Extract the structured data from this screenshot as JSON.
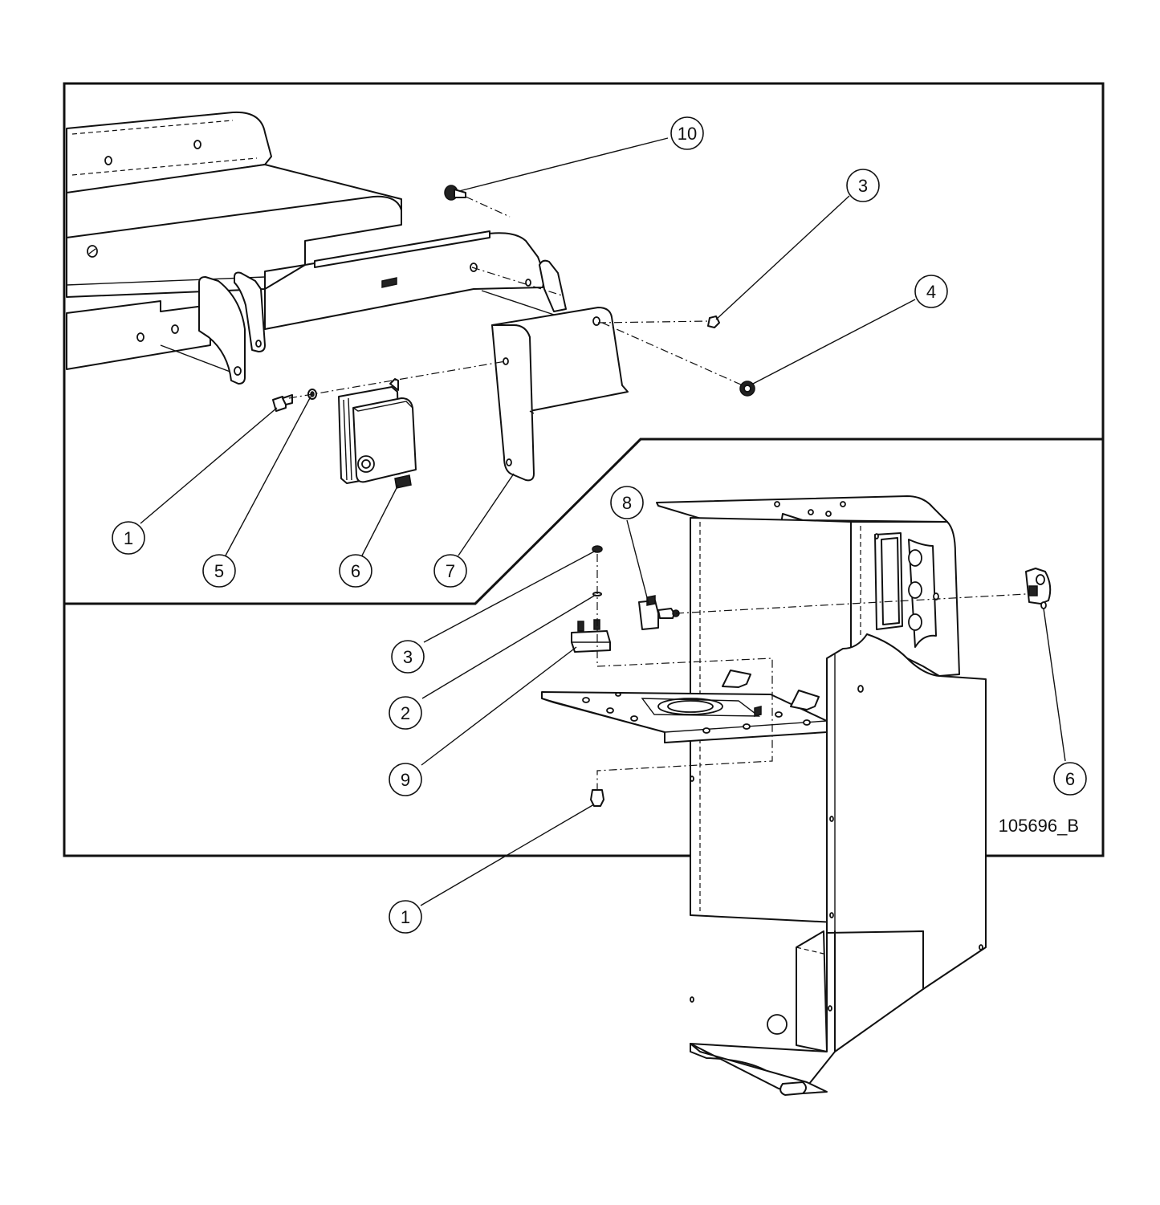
{
  "drawing_id": "105696_B",
  "callouts": [
    {
      "id": "c10",
      "label": "10"
    },
    {
      "id": "c3a",
      "label": "3"
    },
    {
      "id": "c4",
      "label": "4"
    },
    {
      "id": "c1a",
      "label": "1"
    },
    {
      "id": "c5",
      "label": "5"
    },
    {
      "id": "c6a",
      "label": "6"
    },
    {
      "id": "c7",
      "label": "7"
    },
    {
      "id": "c8",
      "label": "8"
    },
    {
      "id": "c3b",
      "label": "3"
    },
    {
      "id": "c2",
      "label": "2"
    },
    {
      "id": "c9",
      "label": "9"
    },
    {
      "id": "c6b",
      "label": "6"
    },
    {
      "id": "c1b",
      "label": "1"
    }
  ]
}
